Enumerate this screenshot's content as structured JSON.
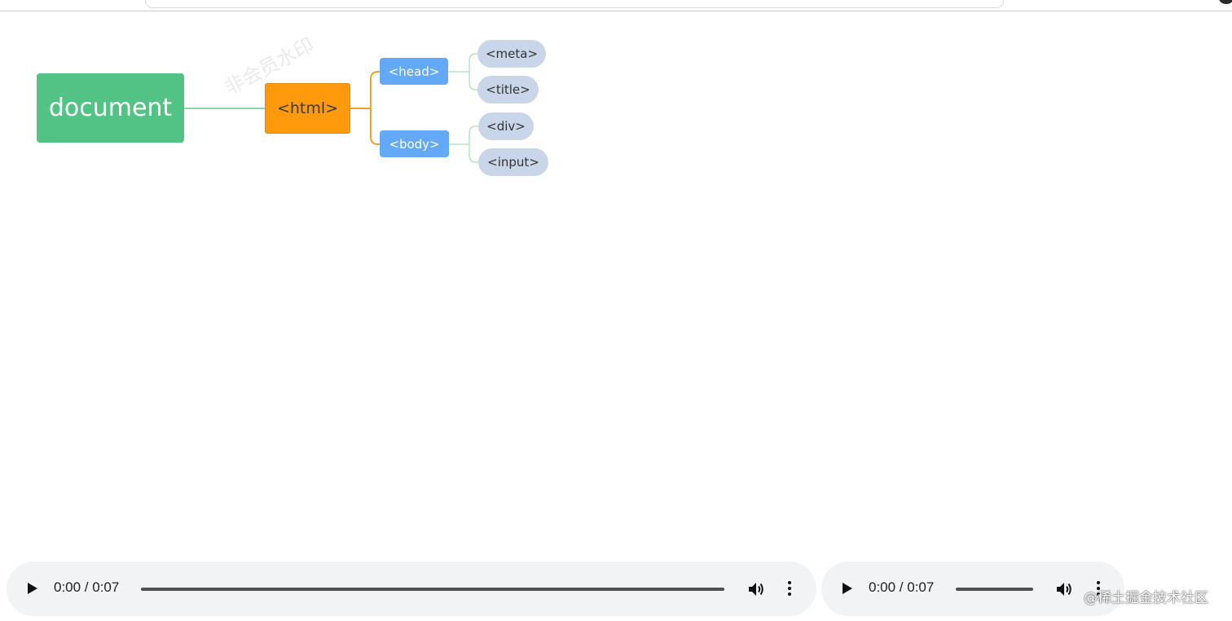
{
  "mindmap": {
    "root": "document",
    "html": "<html>",
    "head": "<head>",
    "body": "<body>",
    "head_children": [
      "<meta>",
      "<title>"
    ],
    "body_children": [
      "<div>",
      "<input>"
    ],
    "watermark": "非会员水印",
    "colors": {
      "root": "#53c285",
      "html": "#ff9a0c",
      "section": "#64a9f7",
      "leaf": "#c9d5e8",
      "root_link": "#8fd3a6",
      "html_link": "#f4a02a",
      "leaf_link": "#b9e3c4"
    }
  },
  "players": [
    {
      "time": "0:00 / 0:07",
      "play_icon": "play-icon",
      "volume_icon": "volume-icon",
      "menu_icon": "more-vert-icon"
    },
    {
      "time": "0:00 / 0:07",
      "play_icon": "play-icon",
      "volume_icon": "volume-icon",
      "menu_icon": "more-vert-icon"
    }
  ],
  "credit": "@稀土掘金技术社区"
}
